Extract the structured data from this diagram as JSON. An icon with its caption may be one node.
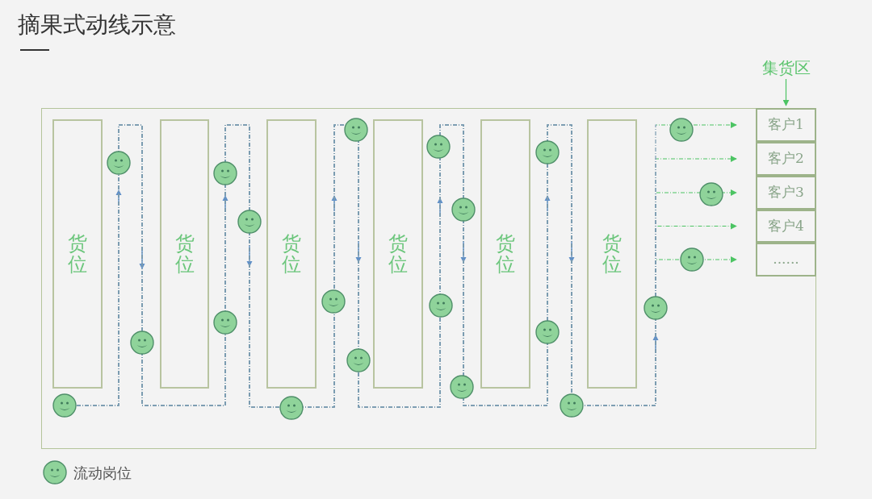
{
  "diagram": {
    "title": "摘果式动线示意",
    "nodes": [
      {
        "text": [],
        "shape": "box"
      },
      {
        "text": [
          "货位"
        ],
        "in": 0
      },
      {
        "text": [
          "货位"
        ],
        "in": 0
      },
      {
        "text": [
          "货位"
        ],
        "in": 0
      },
      {
        "text": [
          "货位"
        ],
        "in": 0
      },
      {
        "text": [
          "货位"
        ],
        "in": 0
      },
      {
        "text": [
          "货位"
        ],
        "in": 0
      },
      {
        "text": [
          "集货区"
        ]
      },
      {
        "text": [
          "客户1"
        ],
        "in": 0
      },
      {
        "text": [
          "客户2"
        ],
        "in": 0
      },
      {
        "text": [
          "客户3"
        ],
        "in": 0
      },
      {
        "text": [
          "客户4"
        ],
        "in": 0
      },
      {
        "text": [
          "......"
        ],
        "in": 0
      },
      {
        "text": [],
        "shape": "circle",
        "in": 0
      }
    ],
    "edges": [
      {
        "from": 7,
        "to": 8,
        "arrow": "to"
      },
      {
        "from": 13,
        "to": 8,
        "arrow": "to",
        "style": "dashed"
      },
      {
        "from": 13,
        "to": 9,
        "arrow": "to",
        "style": "dashed"
      },
      {
        "from": 13,
        "to": 10,
        "arrow": "to",
        "style": "dashed"
      },
      {
        "from": 13,
        "to": 11,
        "arrow": "to",
        "style": "dashed"
      },
      {
        "from": 13,
        "to": 12,
        "arrow": "to",
        "style": "dashed"
      }
    ],
    "legend": [
      {
        "text": "流动岗位"
      }
    ]
  }
}
